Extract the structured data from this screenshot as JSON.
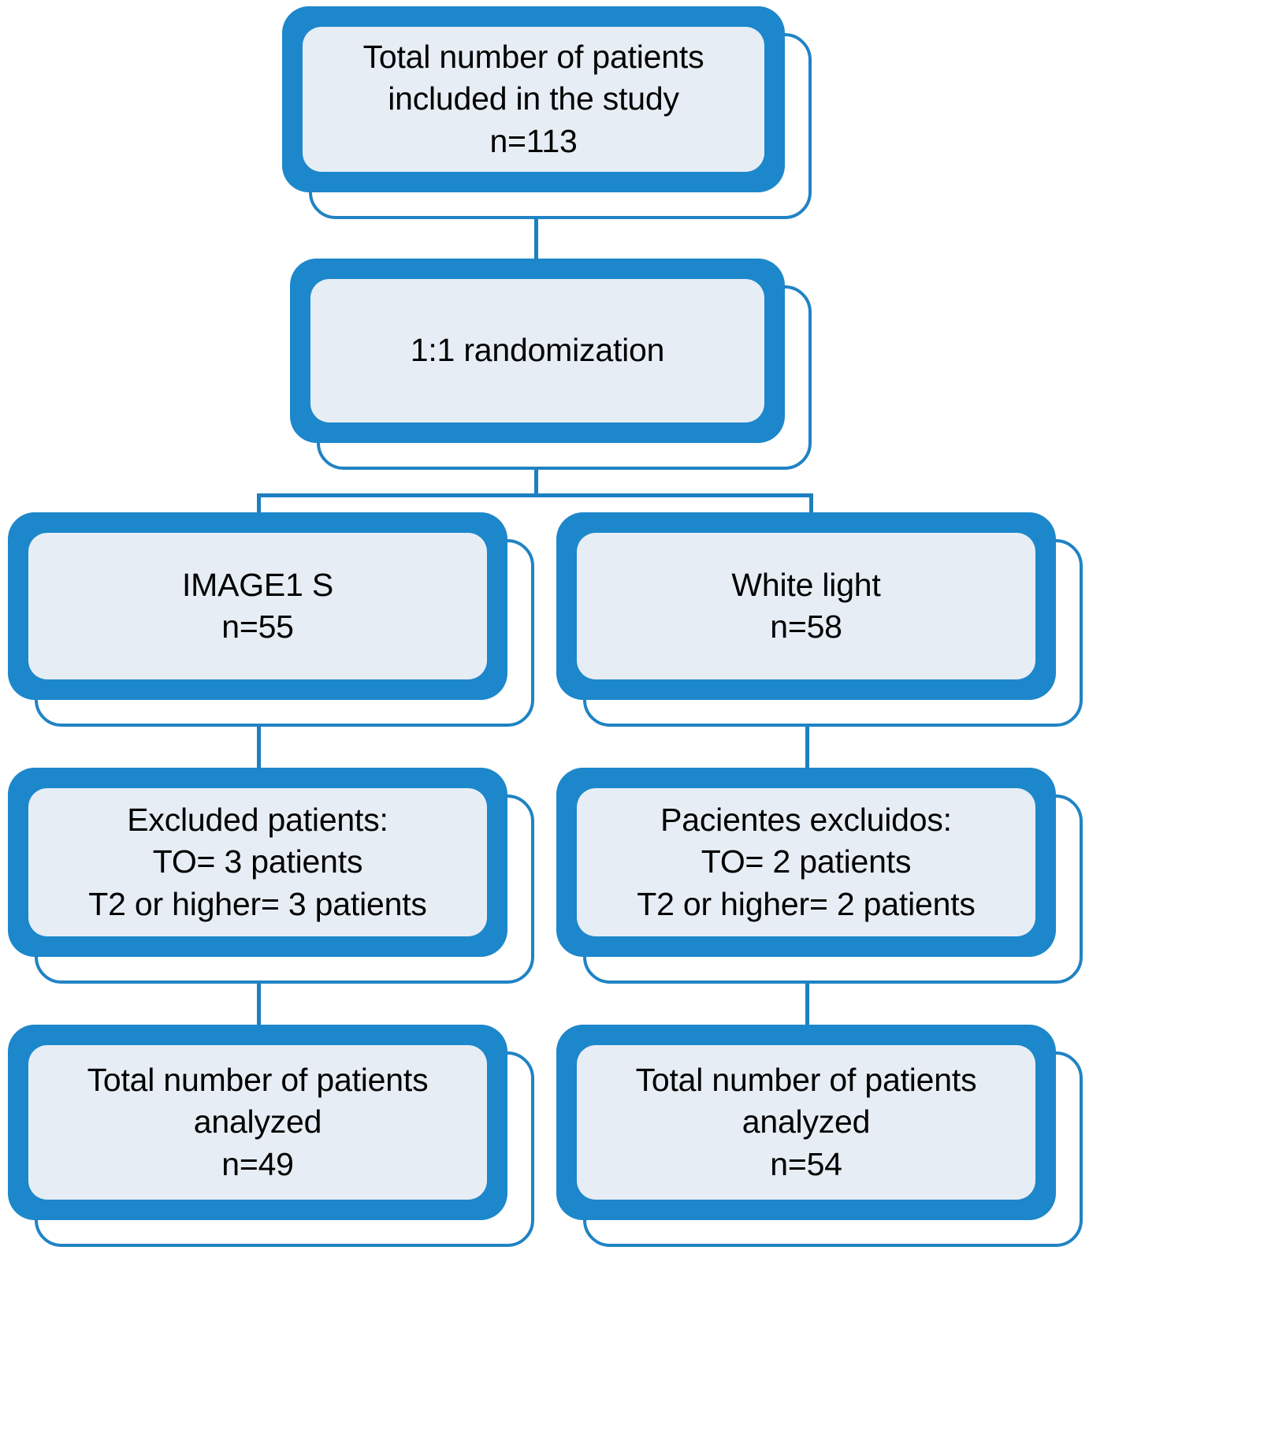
{
  "diagram": {
    "title": "CONSORT-style patient flow diagram",
    "type": "flowchart",
    "accent_color": "#1d87cb",
    "outline_color": "#2083c4",
    "card_color": "#e7edf4",
    "text_color": "#000000"
  },
  "nodes": {
    "total_included": {
      "id": "total-included",
      "lines": [
        "Total number of patients",
        "included in the study",
        "n=113"
      ],
      "n": 113
    },
    "randomization": {
      "id": "randomization",
      "lines": [
        "1:1 randomization"
      ],
      "ratio": "1:1"
    },
    "arm_image1s": {
      "id": "arm-image1s",
      "lines": [
        "IMAGE1 S",
        "n=55"
      ],
      "label": "IMAGE1 S",
      "n": 55
    },
    "arm_white_light": {
      "id": "arm-white-light",
      "lines": [
        "White light",
        "n=58"
      ],
      "label": "White light",
      "n": 58
    },
    "excluded_left": {
      "id": "excluded-left",
      "lines": [
        "Excluded patients:",
        "TO= 3 patients",
        "T2 or higher= 3 patients"
      ],
      "heading": "Excluded patients:",
      "to": 3,
      "t2_or_higher": 3
    },
    "excluded_right": {
      "id": "excluded-right",
      "lines": [
        "Pacientes excluidos:",
        "TO= 2 patients",
        "T2 or higher= 2 patients"
      ],
      "heading": "Pacientes excluidos:",
      "to": 2,
      "t2_or_higher": 2
    },
    "analyzed_left": {
      "id": "analyzed-left",
      "lines": [
        "Total number of patients",
        "analyzed",
        "n=49"
      ],
      "n": 49
    },
    "analyzed_right": {
      "id": "analyzed-right",
      "lines": [
        "Total number of patients",
        "analyzed",
        "n=54"
      ],
      "n": 54
    }
  }
}
